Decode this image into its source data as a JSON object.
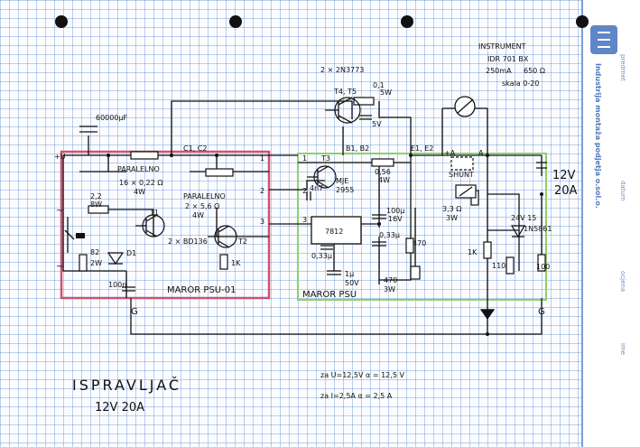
{
  "title": "ISPRAVLJAČ",
  "subtitle": "12V   20A",
  "instrument": {
    "heading": "INSTRUMENT",
    "model": "IDR 701 BX",
    "current": "250mA",
    "resistance": "650 Ω",
    "scale": "skala 0-20"
  },
  "transistors_top": "2 × 2N3773",
  "labels": {
    "t4t5": "T4, T5",
    "r01": "0,1",
    "r01w": "5W",
    "cap5v": "5V",
    "cap_big": "60000μF",
    "c1c2": "C1, C2",
    "b1b2": "B1, B2",
    "e1e2": "E1, E2",
    "paralelno1": "PARALELNO",
    "rpar1": "16 × 0,22 Ω",
    "rpar1w": "4W",
    "paralelno2": "PARALELNO",
    "rpar2": "2 × 5,6 Ω",
    "rpar2w": "4W",
    "r22": "2,2",
    "r22w": "8W",
    "r82": "82",
    "r82w": "2W",
    "t1": "T1",
    "t2": "T2",
    "t1t2": "2 × BD136",
    "r1k_left": "1K",
    "c100n": "100n",
    "maror1": "MAROR PSU-01",
    "t3": "T3",
    "c4n7": "4n7",
    "mje": "MJE",
    "mje_num": "2955",
    "r056": "0,56",
    "r056w": "4W",
    "c100u": "100μ",
    "c100u_v": "16V",
    "reg": "7812",
    "c033a": "0,33μ",
    "c033b": "0,33μ",
    "r470": "470",
    "c1u": "1μ",
    "c1u_v": "50V",
    "pot": "470",
    "potw": "3W",
    "maror2": "MAROR PSU",
    "shunt": "SHUNT",
    "r33": "3,3 Ω",
    "r33w": "3W",
    "zener": "24V 15",
    "diode": "1N5861",
    "r1k_right": "1K",
    "r110": "110",
    "r100": "100",
    "ground1": "G",
    "ground2": "G",
    "node_a_plus": "+A",
    "node_a": "A",
    "n1": "1",
    "n2": "2",
    "n3": "3",
    "n1b": "1",
    "n2b": "2",
    "n3b": "3",
    "plus_in": "+U",
    "ac1": "~",
    "ac2": "~",
    "d1": "D1",
    "out_v": "12V",
    "out_a": "20A"
  },
  "notes": [
    "za U=12,5V  α = 12,5 V",
    "za I=2,5A  α = 2,5 A"
  ],
  "margin": {
    "brand": "Industrija montaža podjetja o.sol.o.",
    "w1": "predmet",
    "w2": "datum",
    "w3": "ocjena",
    "w4": "ime"
  },
  "colors": {
    "psu1_box": "#d0506e",
    "psu2_box": "#8fd06a",
    "ink": "#111111",
    "grid": "#6f9ad6"
  }
}
